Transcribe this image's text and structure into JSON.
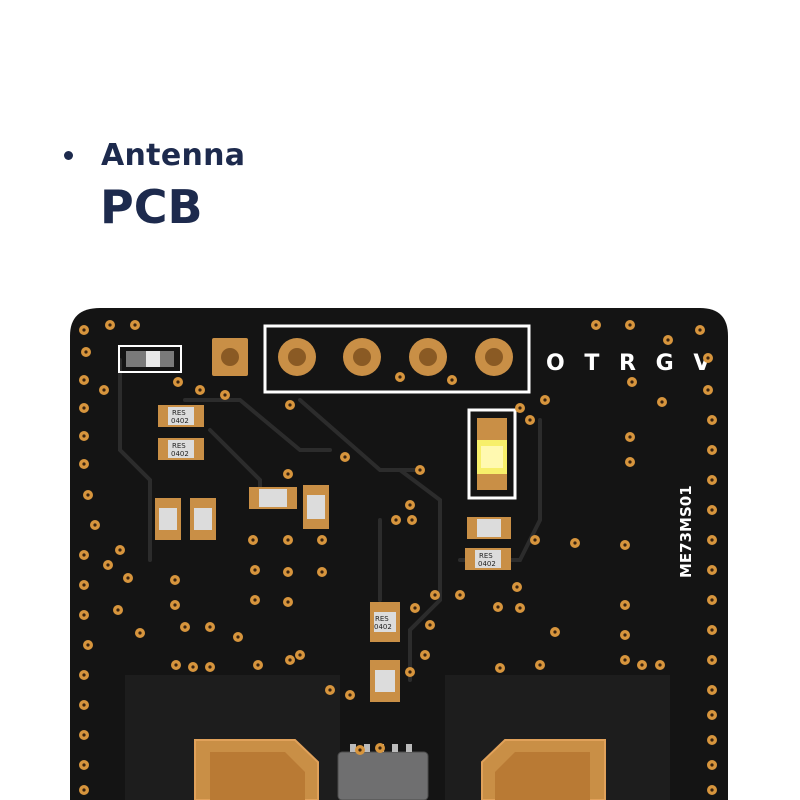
{
  "caption": {
    "line1": "Antenna",
    "line2": "PCB"
  },
  "pins_label": "O T R G V",
  "model_label": "ME73MS01",
  "resistor_marking": "RES\n0402",
  "colors": {
    "caption": "#1d2a4d",
    "board": "#141414",
    "copper": "#c98f46",
    "silkscreen": "#ffffff",
    "led": "#f7ef6a"
  },
  "icons": [
    "bullet-dot-icon"
  ]
}
